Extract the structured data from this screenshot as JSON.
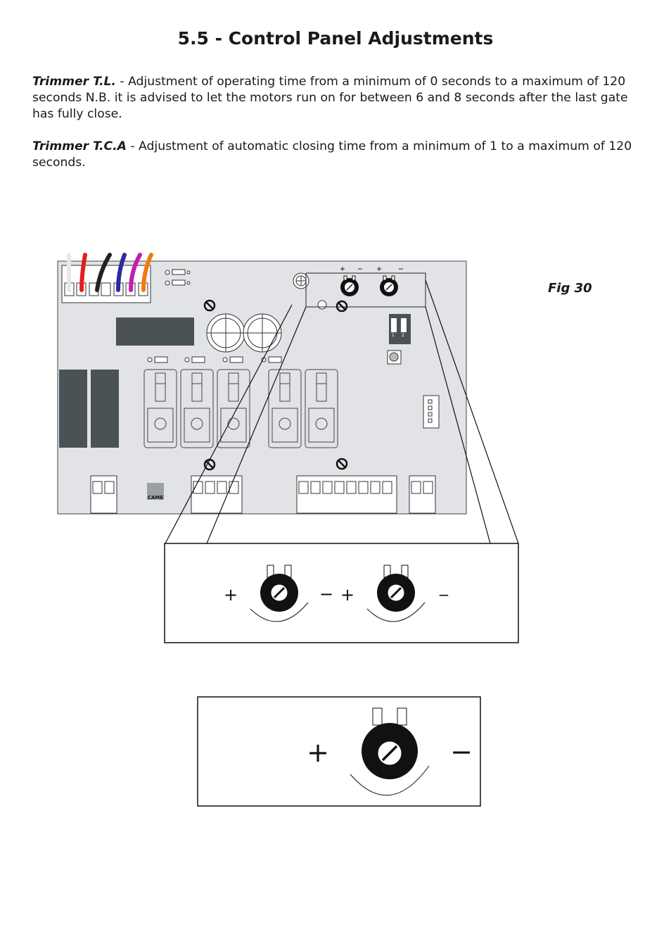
{
  "heading": "5.5 - Control Panel Adjustments",
  "paragraphs": [
    {
      "term": "Trimmer T.L.",
      "text": " - Adjustment of operating time from a minimum of 0 seconds to a maximum of 120 seconds N.B. it is advised to let the motors run on for between 6 and 8 seconds after the last gate has fully close."
    },
    {
      "term": "Trimmer T.C.A",
      "text": " - Adjustment of automatic closing time from a minimum of 1 to a maximum of 120 seconds."
    }
  ],
  "figure": {
    "label": "Fig 30",
    "board_logo": "CAME",
    "plus": "+",
    "minus": "−",
    "dip_labels": [
      "1",
      "2"
    ],
    "board_color": "#e2e3e6",
    "component_color": "#4b5256",
    "wire_colors": [
      "#e8e8e8",
      "#e02020",
      "#222222",
      "#2b2aa0",
      "#c21fb0",
      "#f07a10"
    ]
  }
}
